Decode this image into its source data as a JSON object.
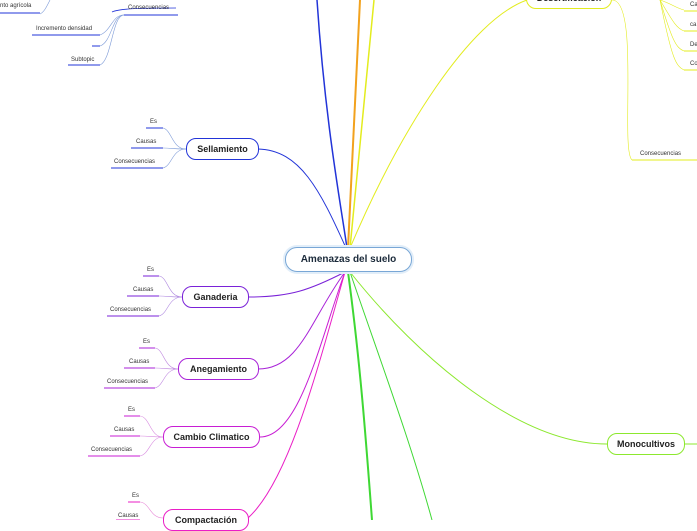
{
  "central": "Amenazas del suelo",
  "topics": {
    "sellamiento": "Sellamiento",
    "ganaderia": "Ganaderia",
    "anegamiento": "Anegamiento",
    "cambio": "Cambio Climatico",
    "monocultivos": "Monocultivos",
    "desertificacion": "Desertificación",
    "partial_bottom": "Compactación"
  },
  "labels": {
    "es": "Es",
    "causas": "Causas",
    "consecuencias": "Consecuencias",
    "incremento_agricola": "nto agrícola",
    "incremento_densidad": "Incremento densidad",
    "subtopic": "Subtopic",
    "right_ca": "Ca",
    "right_ca2": "ca",
    "right_de": "De",
    "right_co": "Co"
  },
  "colors": {
    "blue": "#2234d8",
    "purple": "#7a22d8",
    "magenta": "#c81ed4",
    "pink": "#ea1ec6",
    "green": "#3fd834",
    "lime": "#8ce82e",
    "yellow": "#e3ec1e",
    "orange": "#f2a21e"
  }
}
